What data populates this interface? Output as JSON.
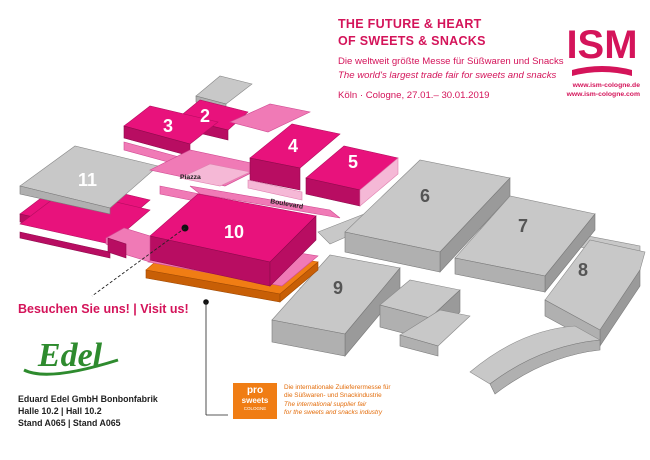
{
  "header": {
    "title_line1": "THE FUTURE & HEART",
    "title_line2": "OF SWEETS & SNACKS",
    "subtitle_de": "Die weltweit größte Messe für Süßwaren und Snacks",
    "subtitle_en": "The world's largest trade fair for sweets and snacks",
    "dates": "Köln · Cologne, 27.01.– 30.01.2019"
  },
  "logo": {
    "text": "ISM",
    "url1": "www.ism-cologne.de",
    "url2": "www.ism-cologne.com",
    "color": "#d4145a"
  },
  "map": {
    "halls": [
      "2",
      "3",
      "4",
      "5",
      "6",
      "7",
      "8",
      "9",
      "10",
      "11"
    ],
    "labels": {
      "piazza": "Piazza",
      "boulevard": "Boulevard"
    },
    "colors": {
      "highlight": "#e8127c",
      "proSweets": "#f07d14",
      "building": "#c4c4c4"
    }
  },
  "visit": {
    "text": "Besuchen Sie uns! | Visit us!"
  },
  "exhibitor": {
    "logo_text": "Edel",
    "name": "Eduard Edel GmbH Bonbonfabrik",
    "hall": "Halle 10.2 | Hall 10.2",
    "stand": "Stand A065 | Stand A065",
    "logo_color": "#2e8b2e"
  },
  "pro_sweets": {
    "logo_line1": "pro",
    "logo_line2": "sweets",
    "logo_line3": "COLOGNE",
    "de_line1": "Die internationale Zulieferermesse für",
    "de_line2": "die Süßwaren- und Snackindustrie",
    "en_line1": "The international supplier fair",
    "en_line2": "for the sweets and snacks industry"
  }
}
